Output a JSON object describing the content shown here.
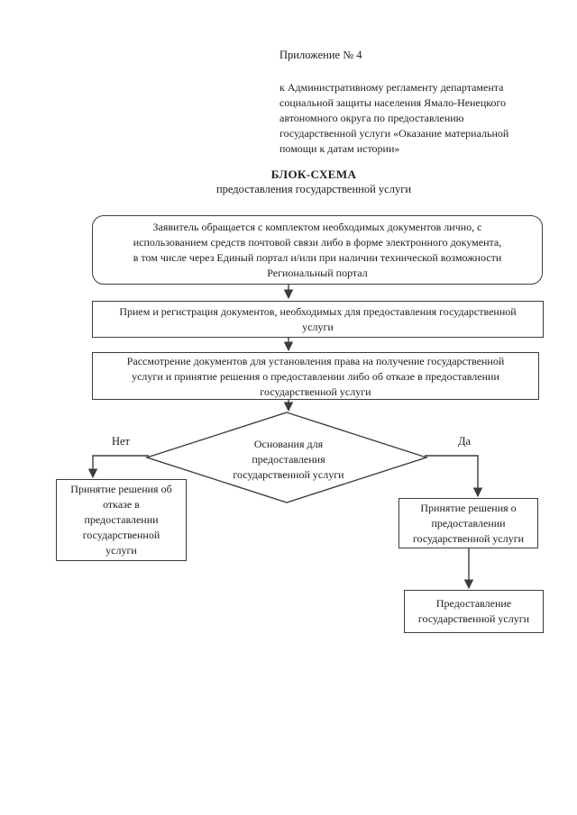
{
  "document": {
    "appendix": {
      "label": "Приложение № 4",
      "description": "к Административному регламенту департамента\nсоциальной защиты населения Ямало-Ненецкого\nавтономного округа по предоставлению\nгосударственной услуги «Оказание материальной\nпомощи к датам истории»"
    },
    "title": "БЛОК-СХЕМА",
    "subtitle": "предоставления государственной услуги"
  },
  "flowchart": {
    "nodes": {
      "applicant": {
        "shape": "rounded-rectangle",
        "text": "Заявитель обращается с комплектом необходимых документов лично, с\nиспользованием средств почтовой связи либо в форме электронного документа,\nв том числе через Единый портал и/или при наличии технической возможности\nРегиональный портал"
      },
      "reception": {
        "shape": "rectangle",
        "text": "Прием и регистрация документов, необходимых для предоставления государственной\nуслуги"
      },
      "review": {
        "shape": "rectangle",
        "text": "Рассмотрение документов для установления права на получение государственной\nуслуги и принятие решения о предоставлении либо об отказе в предоставлении\nгосударственной услуги"
      },
      "decision": {
        "shape": "diamond",
        "text": "Основания для\nпредоставления\nгосударственной услуги"
      },
      "refusal": {
        "shape": "rectangle",
        "text": "Принятие решения об\nотказе в\nпредоставлении\nгосударственной\nуслуги"
      },
      "approval": {
        "shape": "rectangle",
        "text": "Принятие решения о\nпредоставлении\nгосударственной услуги"
      },
      "provision": {
        "shape": "rectangle",
        "text": "Предоставление\nгосударственной услуги"
      }
    },
    "branch_labels": {
      "no": "Нет",
      "yes": "Да"
    },
    "colors": {
      "line": "#3d3d3d",
      "text": "#1d1d1d",
      "page_background": "#ffffff"
    }
  }
}
